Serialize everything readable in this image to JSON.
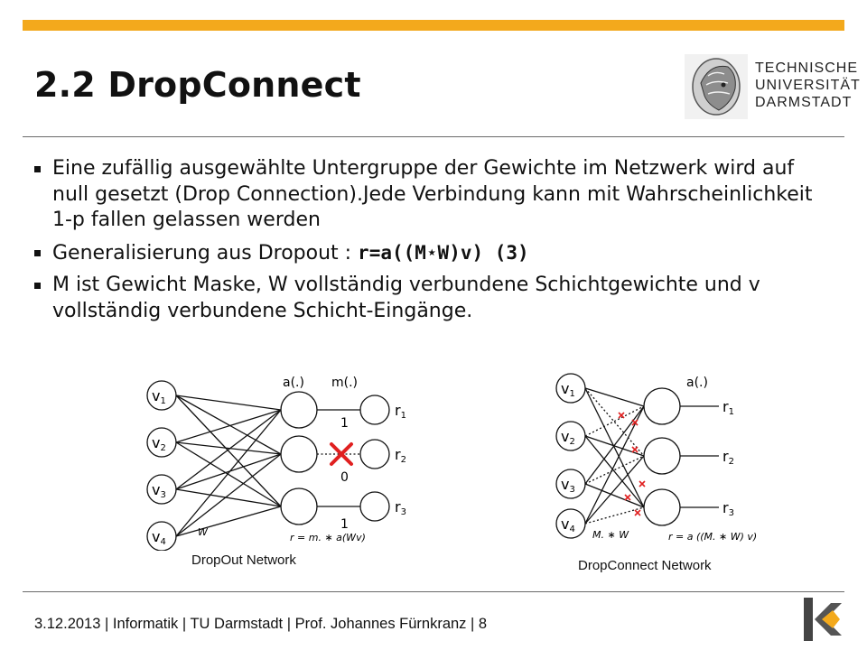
{
  "slide": {
    "title": "2.2 DropConnect",
    "bullets": [
      "Eine zufällig ausgewählte Untergruppe der Gewichte im Netzwerk wird auf null gesetzt (Drop Connection).Jede Verbindung kann mit Wahrscheinlichkeit 1-p fallen gelassen werden",
      "Generalisierung aus Dropout : ",
      "M ist Gewicht Maske, W vollständig verbundene Schichtgewichte und v vollständig verbundene Schicht-Eingänge."
    ],
    "formula": "r=a((M⋆W)v) (3)"
  },
  "logo": {
    "line1": "TECHNISCHE",
    "line2": "UNIVERSITÄT",
    "line3": "DARMSTADT"
  },
  "dropout_diagram": {
    "caption": "DropOut Network",
    "inputs": [
      "v",
      "v",
      "v",
      "v"
    ],
    "input_subscripts": [
      "1",
      "2",
      "3",
      "4"
    ],
    "outputs": [
      "r",
      "r",
      "r"
    ],
    "output_subscripts": [
      "1",
      "2",
      "3"
    ],
    "activation_label": "a(.)",
    "mask_label": "m(.)",
    "mask_values": [
      "1",
      "0",
      "1"
    ],
    "weight_label": "W",
    "equation": "r = m. ∗ a(Wv)"
  },
  "dropconnect_diagram": {
    "caption": "DropConnect Network",
    "inputs": [
      "v",
      "v",
      "v",
      "v"
    ],
    "input_subscripts": [
      "1",
      "2",
      "3",
      "4"
    ],
    "outputs": [
      "r",
      "r",
      "r"
    ],
    "output_subscripts": [
      "1",
      "2",
      "3"
    ],
    "activation_label": "a(.)",
    "mask_weight_label": "M. ∗ W",
    "equation": "r = a ((M. ∗ W) v)"
  },
  "footer": {
    "text": "3.12.2013  |  Informatik  |  TU Darmstadt  | Prof. Johannes Fürnkranz |  8"
  },
  "colors": {
    "accent_bar": "#f3a91c",
    "drop_mark": "#e02020",
    "rule": "#6a6a6a"
  }
}
